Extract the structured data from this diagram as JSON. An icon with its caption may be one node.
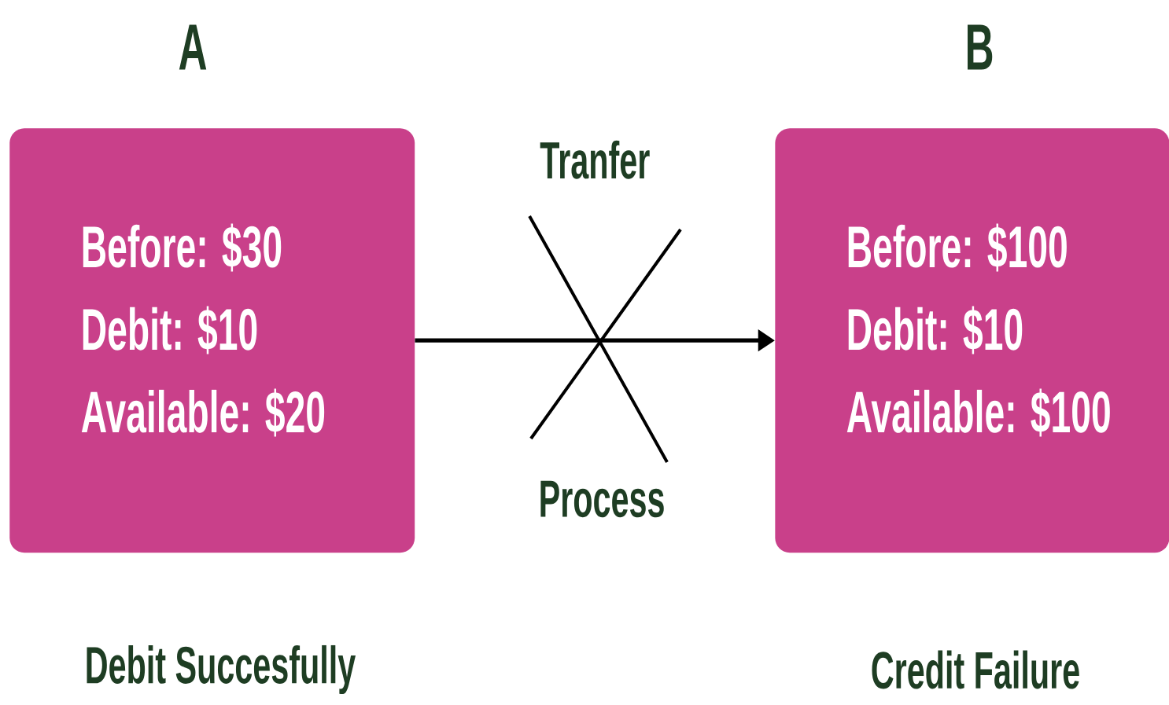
{
  "diagram": {
    "nodes": [
      {
        "text": [
          "A",
          "Before: $30",
          "Debit: $10",
          "Available: $20"
        ],
        "beside": [
          "Debit Succesfully"
        ]
      },
      {
        "text": [
          "B",
          "Before: $100",
          "Debit: $10",
          "Available: $100"
        ],
        "beside": [
          "Credit Failure"
        ]
      }
    ],
    "edges": [
      {
        "from": 0,
        "to": 1,
        "arrow": "to",
        "label": "Tranfer"
      }
    ],
    "labels": [
      "Process"
    ]
  }
}
